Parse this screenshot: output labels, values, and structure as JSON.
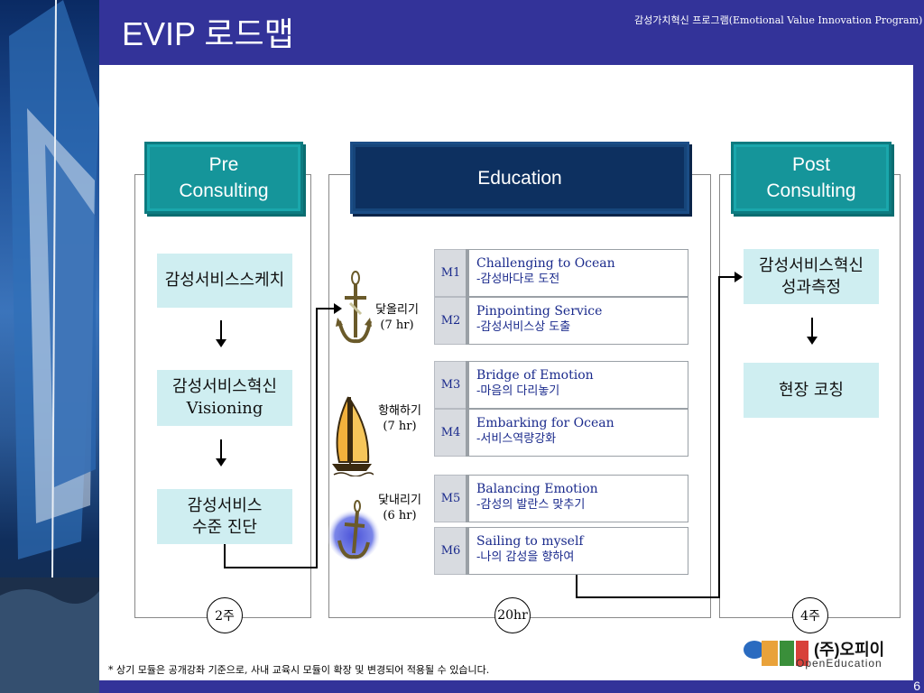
{
  "header": {
    "title": "EVIP 로드맵",
    "subtitle": "감성가치혁신 프로그램(Emotional Value Innovation Program)"
  },
  "phases": {
    "pre": "Pre\nConsulting",
    "education": "Education",
    "post": "Post\nConsulting"
  },
  "pre_steps": [
    "감성서비스스케치",
    "감성서비스혁신\nVisioning",
    "감성서비스\n수준 진단"
  ],
  "post_steps": [
    "감성서비스혁신\n성과측정",
    "현장 코칭"
  ],
  "icons": [
    {
      "name": "anchor-up-icon",
      "label": "닻올리기\n(7 hr)"
    },
    {
      "name": "sailboat-icon",
      "label": "항해하기\n(7 hr)"
    },
    {
      "name": "anchor-down-icon",
      "label": "닻내리기\n(6 hr)"
    }
  ],
  "modules": [
    {
      "code": "M1",
      "title": "Challenging to Ocean",
      "sub": "-감성바다로 도전"
    },
    {
      "code": "M2",
      "title": "Pinpointing Service",
      "sub": "-감성서비스상 도출"
    },
    {
      "code": "M3",
      "title": "Bridge of Emotion",
      "sub": "-마음의 다리놓기"
    },
    {
      "code": "M4",
      "title": "Embarking for Ocean",
      "sub": "-서비스역량강화"
    },
    {
      "code": "M5",
      "title": "Balancing Emotion",
      "sub": "-감성의 발란스 맞추기"
    },
    {
      "code": "M6",
      "title": "Sailing to myself",
      "sub": "-나의 감성을 향하여"
    }
  ],
  "durations": {
    "pre": "2주",
    "education": "20hr",
    "post": "4주"
  },
  "logo": {
    "korean": "(주)오피이",
    "english": "OpenEducation"
  },
  "footnote": "* 상기 모듈은 공개강좌 기준으로, 사내 교육시 모듈이 확장 및 변경되어 적용될 수 있습니다.",
  "page_number": "6",
  "colors": {
    "header": "#333399",
    "teal": "#15959a",
    "navy": "#0d3060",
    "step_bg": "#cfeef1",
    "module_text": "#1a2a8c"
  }
}
